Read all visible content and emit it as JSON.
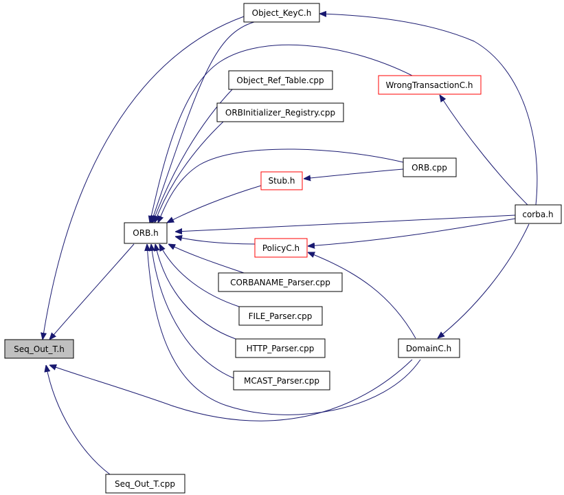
{
  "nodes": {
    "seq_out_t_h": {
      "label": "Seq_Out_T.h",
      "border": "black",
      "fill": "#c0c0c0"
    },
    "seq_out_t_cpp": {
      "label": "Seq_Out_T.cpp",
      "border": "black"
    },
    "orb_h": {
      "label": "ORB.h",
      "border": "black"
    },
    "object_keyc_h": {
      "label": "Object_KeyC.h",
      "border": "black"
    },
    "object_ref_table": {
      "label": "Object_Ref_Table.cpp",
      "border": "black"
    },
    "orbinit_registry": {
      "label": "ORBInitializer_Registry.cpp",
      "border": "black"
    },
    "stub_h": {
      "label": "Stub.h",
      "border": "red"
    },
    "policyc_h": {
      "label": "PolicyC.h",
      "border": "red"
    },
    "corbaname_parser": {
      "label": "CORBANAME_Parser.cpp",
      "border": "black"
    },
    "file_parser": {
      "label": "FILE_Parser.cpp",
      "border": "black"
    },
    "http_parser": {
      "label": "HTTP_Parser.cpp",
      "border": "black"
    },
    "mcast_parser": {
      "label": "MCAST_Parser.cpp",
      "border": "black"
    },
    "wrongtxc_h": {
      "label": "WrongTransactionC.h",
      "border": "red"
    },
    "orb_cpp": {
      "label": "ORB.cpp",
      "border": "black"
    },
    "corba_h": {
      "label": "corba.h",
      "border": "black"
    },
    "domainc_h": {
      "label": "DomainC.h",
      "border": "black"
    }
  },
  "colors": {
    "edge": "#191970",
    "red_border": "#ff0000",
    "highlight_fill": "#c0c0c0"
  }
}
